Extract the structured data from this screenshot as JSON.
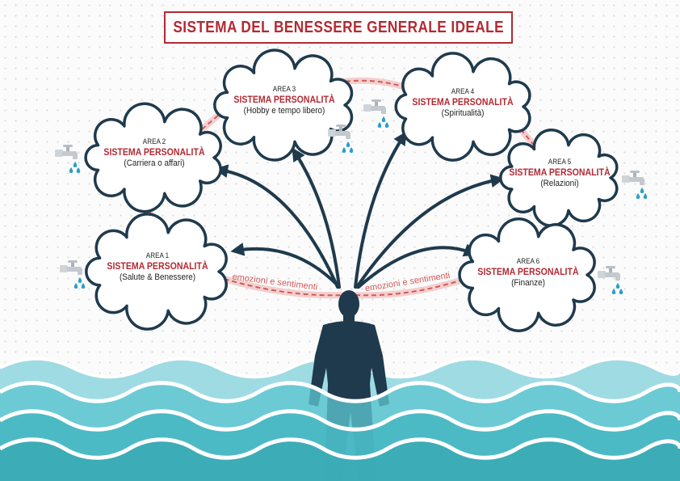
{
  "title": "SISTEMA DEL BENESSERE GENERALE IDEALE",
  "connector_label": "emozioni e sentimenti",
  "areas": [
    {
      "area": "AREA 1",
      "system": "SISTEMA PERSONALITÀ",
      "name": "(Salute & Benessere)"
    },
    {
      "area": "AREA 2",
      "system": "SISTEMA PERSONALITÀ",
      "name": "(Carriera o affari)"
    },
    {
      "area": "AREA 3",
      "system": "SISTEMA PERSONALITÀ",
      "name": "(Hobby e tempo libero)"
    },
    {
      "area": "AREA 4",
      "system": "SISTEMA PERSONALITÀ",
      "name": "(Spiritualità)"
    },
    {
      "area": "AREA 5",
      "system": "SISTEMA PERSONALITÀ",
      "name": "(Relazioni)"
    },
    {
      "area": "AREA 6",
      "system": "SISTEMA PERSONALITÀ",
      "name": "(Finanze)"
    }
  ],
  "colors": {
    "accent_red": "#b22a33",
    "arrow_navy": "#1f3a4d",
    "cloud_outline": "#1f3a4d",
    "dashed_link": "#e6a3a3",
    "water_light": "#9fdbe3",
    "water_mid": "#5ec5cf",
    "water_dark": "#3aa9b4",
    "person": "#1f3a4d"
  },
  "icons": [
    "water-tap-icon",
    "water-drop-icon",
    "cloud-shape",
    "person-silhouette"
  ]
}
